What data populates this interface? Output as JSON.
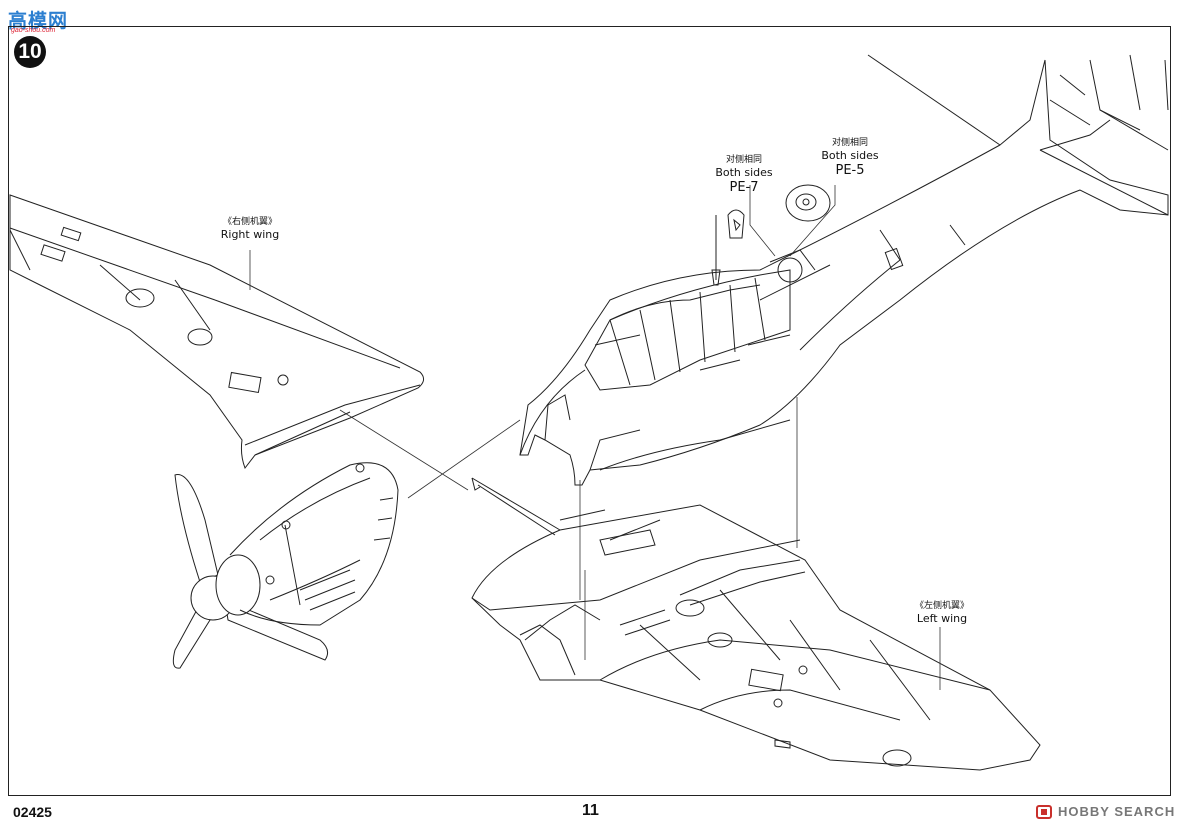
{
  "logo": {
    "text": "高模网",
    "sub": "gao-shou.com"
  },
  "step_number": "10",
  "labels": {
    "right_wing": {
      "cn": "《右侧机翼》",
      "en": "Right wing"
    },
    "left_wing": {
      "cn": "《左侧机翼》",
      "en": "Left wing"
    },
    "pe7": {
      "cn": "对侧相同",
      "en": "Both sides",
      "part": "PE-7"
    },
    "pe5": {
      "cn": "对侧相同",
      "en": "Both sides",
      "part": "PE-5"
    }
  },
  "footer": {
    "product_code": "02425",
    "page_number": "11"
  },
  "watermark": {
    "text": "HOBBY SEARCH"
  }
}
